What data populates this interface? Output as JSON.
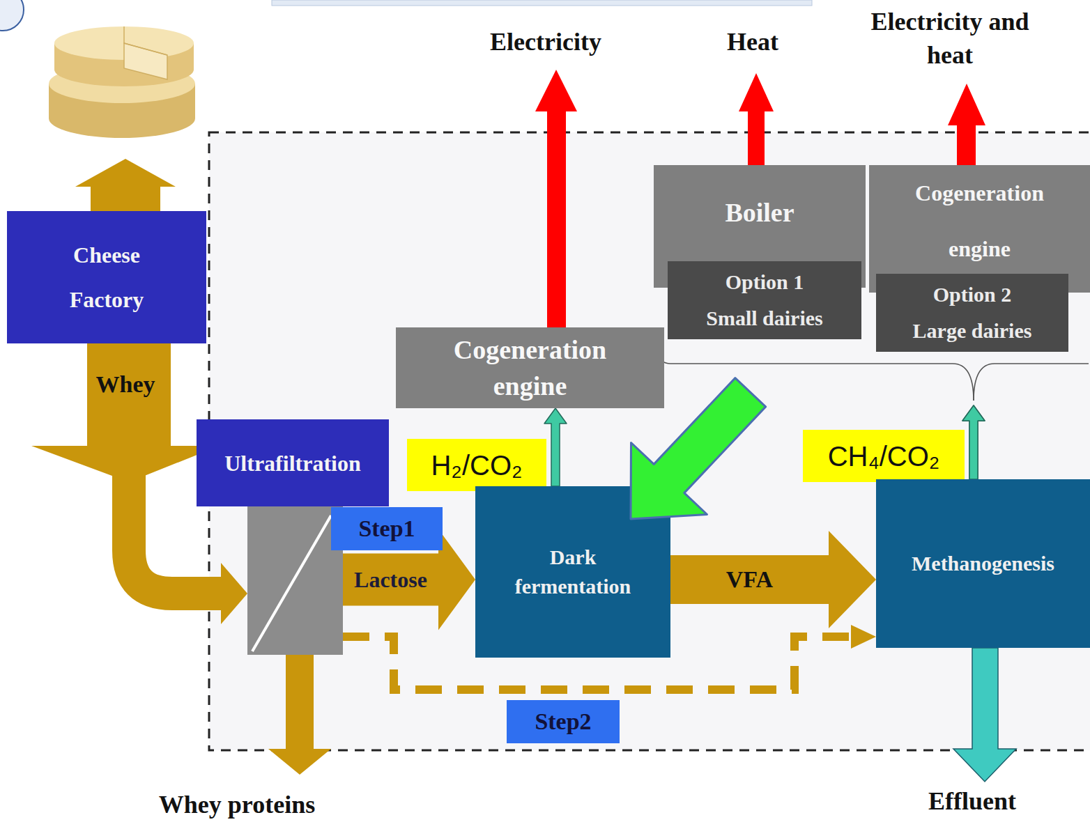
{
  "diagram": {
    "nodes": [
      {
        "text": [
          "Cheese Factory"
        ]
      },
      {
        "text": [
          "Boiler"
        ]
      },
      {
        "text": [
          "Option 1",
          "Small dairies"
        ],
        "in": 1
      },
      {
        "text": [
          "Cogeneration engine"
        ]
      },
      {
        "text": [
          "Option 2",
          "Large dairies"
        ],
        "in": 3
      },
      {
        "text": [
          "Cogeneration engine"
        ]
      },
      {
        "text": [
          "Ultrafiltration"
        ]
      },
      {
        "text": [
          "H₂/CO₂"
        ]
      },
      {
        "text": [
          "CH₄/CO₂"
        ]
      },
      {
        "text": [
          "Step1"
        ]
      },
      {
        "text": [
          "Dark fermentation"
        ]
      },
      {
        "text": [
          "Methanogenesis"
        ]
      },
      {
        "text": [
          "Step2"
        ]
      }
    ],
    "edges": [
      {
        "from": 0,
        "to": 6,
        "label": "Whey",
        "arrow": "to"
      },
      {
        "from": 6,
        "to": 10,
        "label": "Lactose",
        "arrow": "to"
      },
      {
        "from": 10,
        "to": 11,
        "label": "VFA",
        "arrow": "to"
      },
      {
        "from": 6,
        "to": 11,
        "arrow": "to"
      },
      {
        "from": 10,
        "to": 5,
        "arrow": "to"
      },
      {
        "from": 11,
        "to": 1,
        "arrow": "to"
      },
      {
        "from": 11,
        "to": 3,
        "arrow": "to"
      }
    ],
    "labels": [
      "Electricity",
      "Heat",
      "Electricity and heat",
      "Whey proteins",
      "Effluent"
    ]
  }
}
